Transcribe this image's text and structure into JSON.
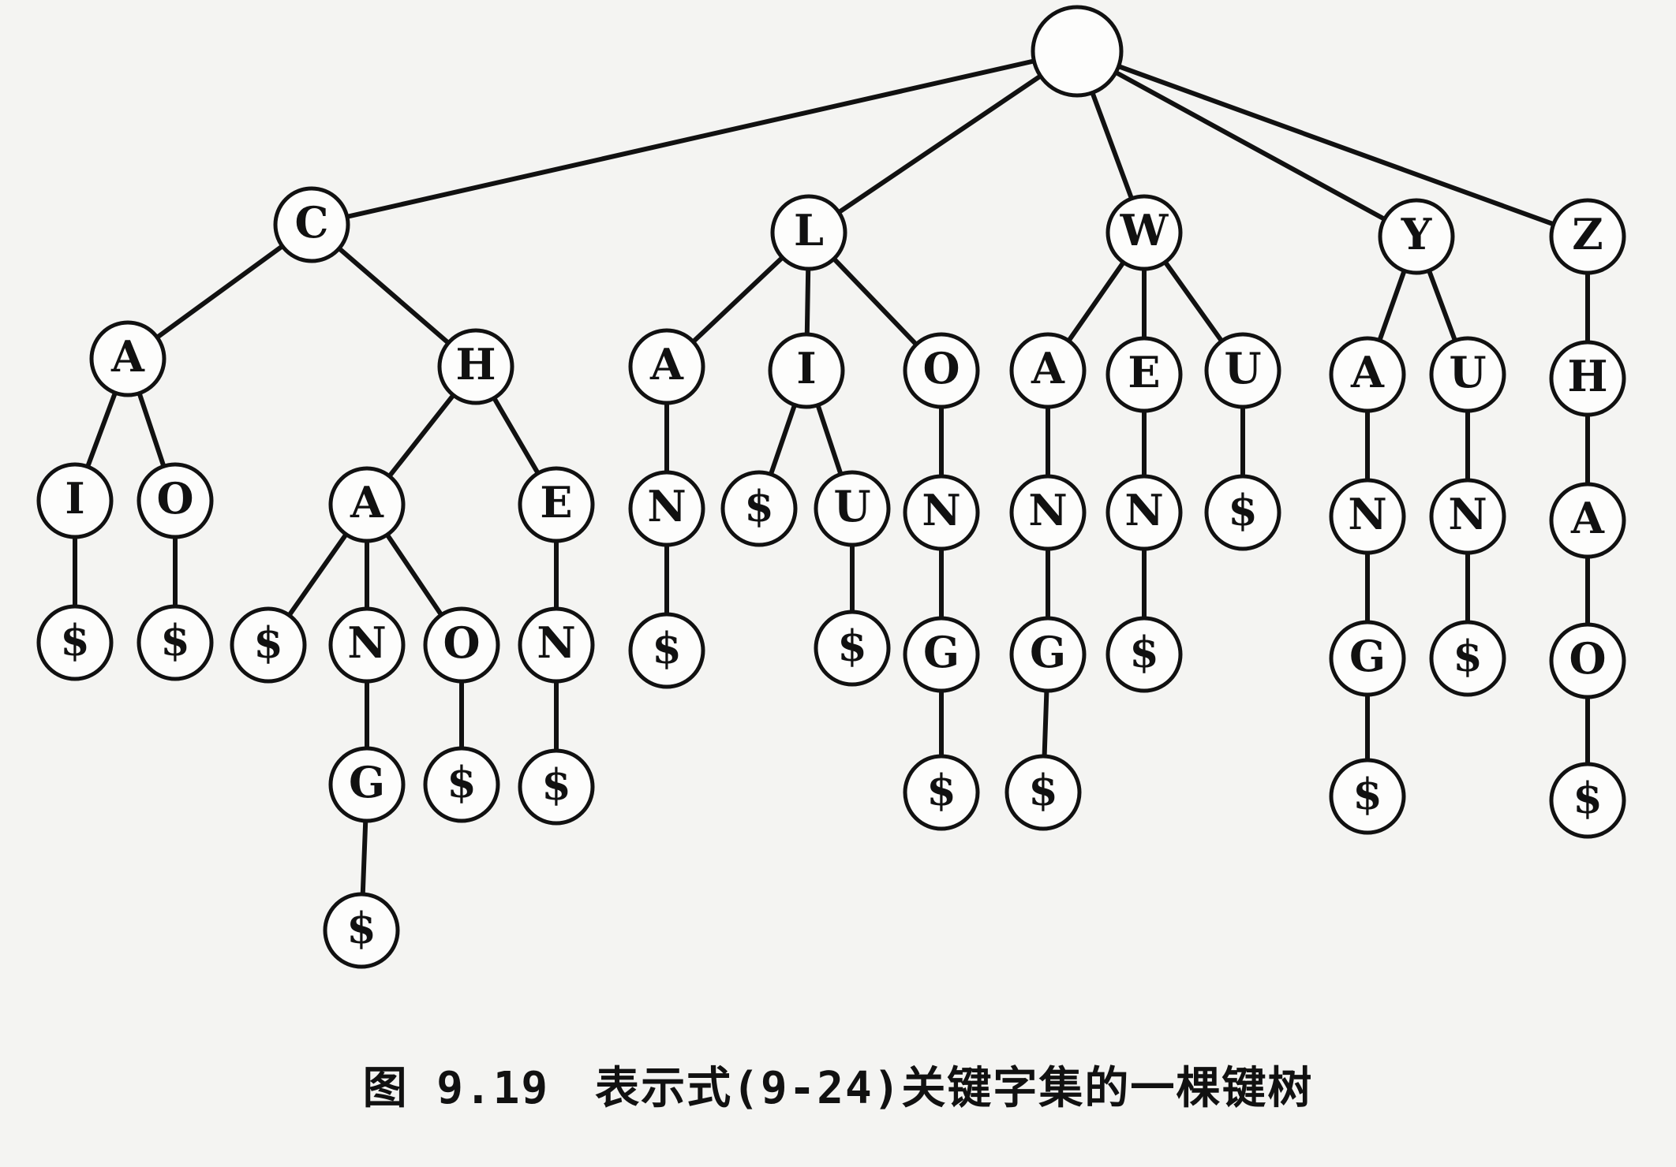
{
  "caption": "图 9.19　表示式(9-24)关键字集的一棵键树",
  "tree": {
    "label": "",
    "children": [
      {
        "label": "C",
        "children": [
          {
            "label": "A",
            "children": [
              {
                "label": "I",
                "children": [
                  {
                    "label": "$",
                    "children": []
                  }
                ]
              },
              {
                "label": "O",
                "children": [
                  {
                    "label": "$",
                    "children": []
                  }
                ]
              }
            ]
          },
          {
            "label": "H",
            "children": [
              {
                "label": "A",
                "children": [
                  {
                    "label": "$",
                    "children": []
                  },
                  {
                    "label": "N",
                    "children": [
                      {
                        "label": "G",
                        "children": [
                          {
                            "label": "$",
                            "children": []
                          }
                        ]
                      }
                    ]
                  },
                  {
                    "label": "O",
                    "children": [
                      {
                        "label": "$",
                        "children": []
                      }
                    ]
                  }
                ]
              },
              {
                "label": "E",
                "children": [
                  {
                    "label": "N",
                    "children": [
                      {
                        "label": "$",
                        "children": []
                      }
                    ]
                  }
                ]
              }
            ]
          }
        ]
      },
      {
        "label": "L",
        "children": [
          {
            "label": "A",
            "children": [
              {
                "label": "N",
                "children": [
                  {
                    "label": "$",
                    "children": []
                  }
                ]
              }
            ]
          },
          {
            "label": "I",
            "children": [
              {
                "label": "$",
                "children": []
              },
              {
                "label": "U",
                "children": [
                  {
                    "label": "$",
                    "children": []
                  }
                ]
              }
            ]
          },
          {
            "label": "O",
            "children": [
              {
                "label": "N",
                "children": [
                  {
                    "label": "G",
                    "children": [
                      {
                        "label": "$",
                        "children": []
                      }
                    ]
                  }
                ]
              }
            ]
          }
        ]
      },
      {
        "label": "W",
        "children": [
          {
            "label": "A",
            "children": [
              {
                "label": "N",
                "children": [
                  {
                    "label": "G",
                    "children": [
                      {
                        "label": "$",
                        "children": []
                      }
                    ]
                  }
                ]
              }
            ]
          },
          {
            "label": "E",
            "children": [
              {
                "label": "N",
                "children": [
                  {
                    "label": "$",
                    "children": []
                  }
                ]
              }
            ]
          },
          {
            "label": "U",
            "children": [
              {
                "label": "$",
                "children": []
              }
            ]
          }
        ]
      },
      {
        "label": "Y",
        "children": [
          {
            "label": "A",
            "children": [
              {
                "label": "N",
                "children": [
                  {
                    "label": "G",
                    "children": [
                      {
                        "label": "$",
                        "children": []
                      }
                    ]
                  }
                ]
              }
            ]
          },
          {
            "label": "U",
            "children": [
              {
                "label": "N",
                "children": [
                  {
                    "label": "$",
                    "children": []
                  }
                ]
              }
            ]
          }
        ]
      },
      {
        "label": "Z",
        "children": [
          {
            "label": "H",
            "children": [
              {
                "label": "A",
                "children": [
                  {
                    "label": "O",
                    "children": [
                      {
                        "label": "$",
                        "children": []
                      }
                    ]
                  }
                ]
              }
            ]
          }
        ]
      }
    ]
  }
}
